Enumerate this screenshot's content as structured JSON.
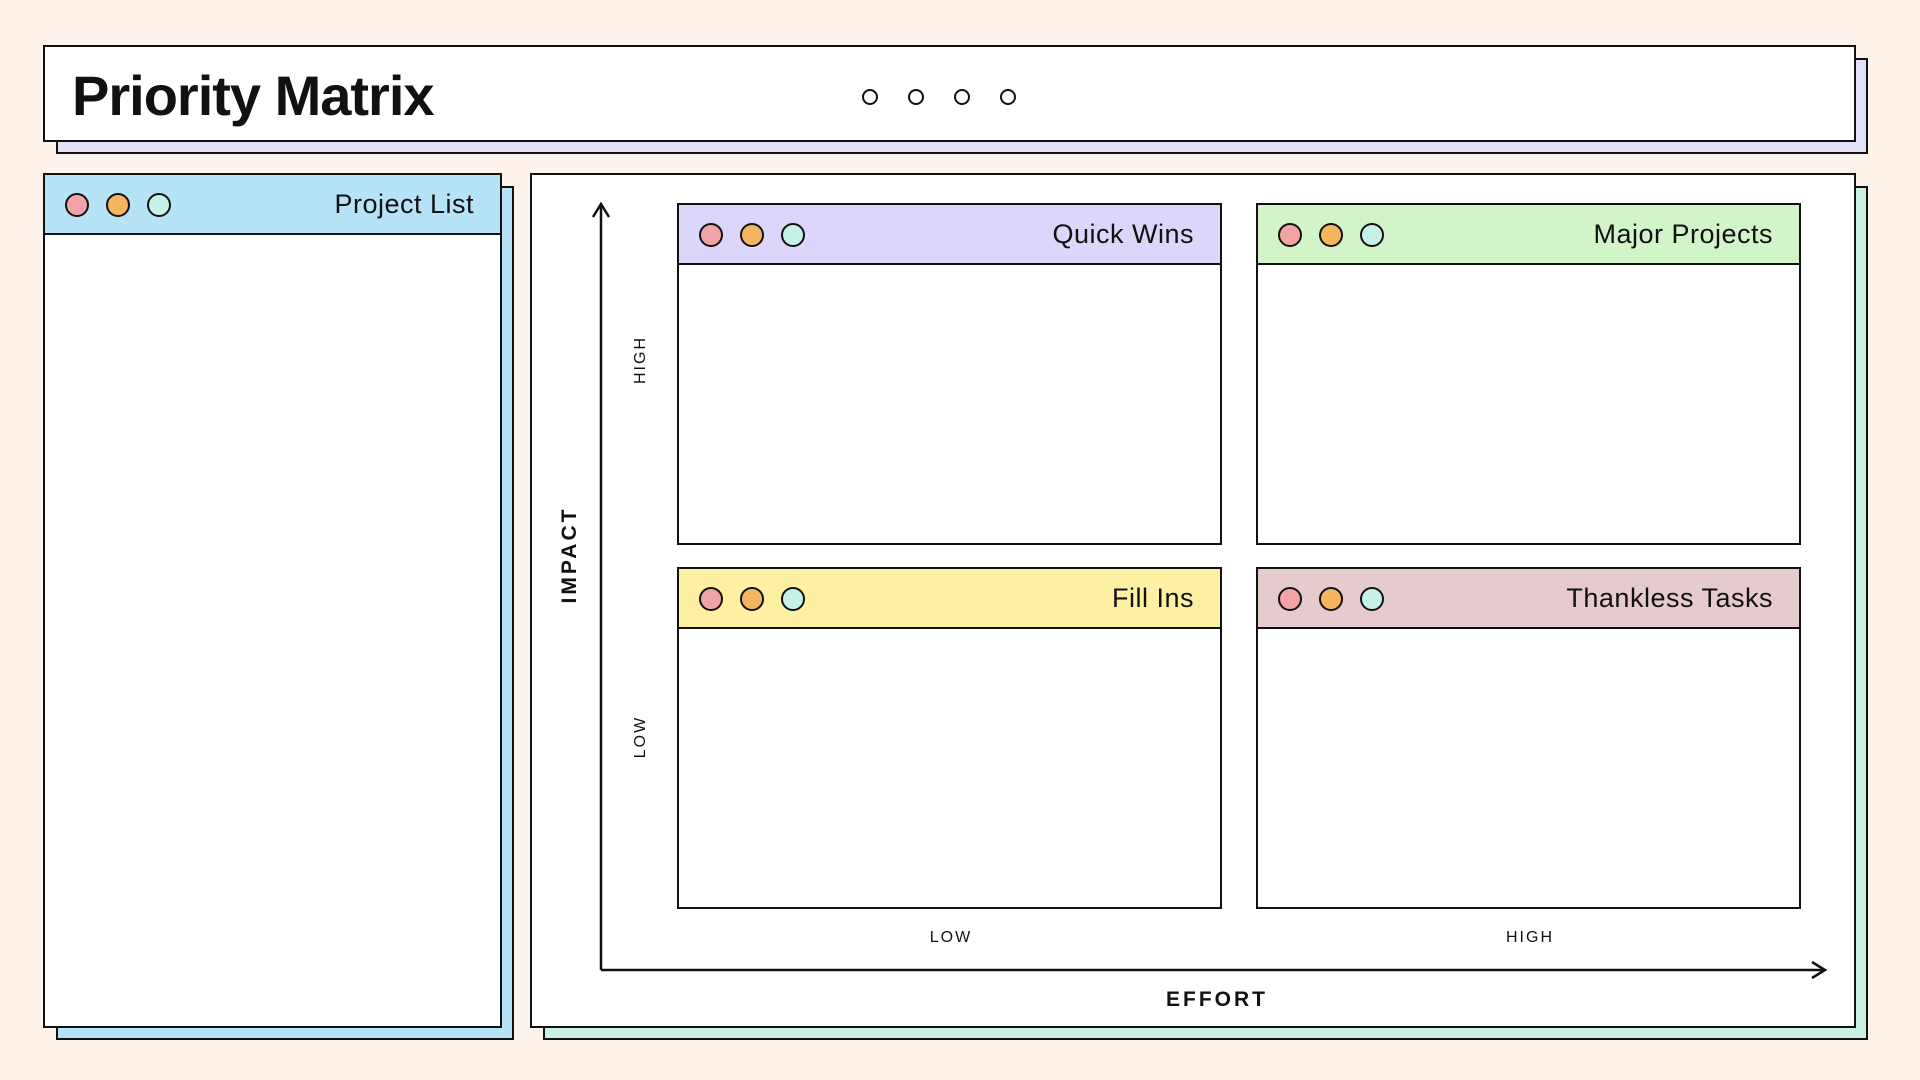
{
  "header": {
    "title": "Priority Matrix"
  },
  "project_list": {
    "title": "Project List"
  },
  "matrix": {
    "quadrants": [
      {
        "id": "quick-wins",
        "title": "Quick Wins",
        "color": "#dcd6fb"
      },
      {
        "id": "major-projects",
        "title": "Major Projects",
        "color": "#d1f4c9"
      },
      {
        "id": "fill-ins",
        "title": "Fill Ins",
        "color": "#fdf0a3"
      },
      {
        "id": "thankless-tasks",
        "title": "Thankless Tasks",
        "color": "#e5cbcd"
      }
    ],
    "y_axis": {
      "title": "IMPACT",
      "high": "HIGH",
      "low": "LOW"
    },
    "x_axis": {
      "title": "EFFORT",
      "low": "LOW",
      "high": "HIGH"
    }
  },
  "colors": {
    "background": "#fdf3ea",
    "project_bar": "#b7e3f7",
    "dot_red": "#f2a3a5",
    "dot_orange": "#f3b55e",
    "dot_teal": "#c6f1e6"
  }
}
